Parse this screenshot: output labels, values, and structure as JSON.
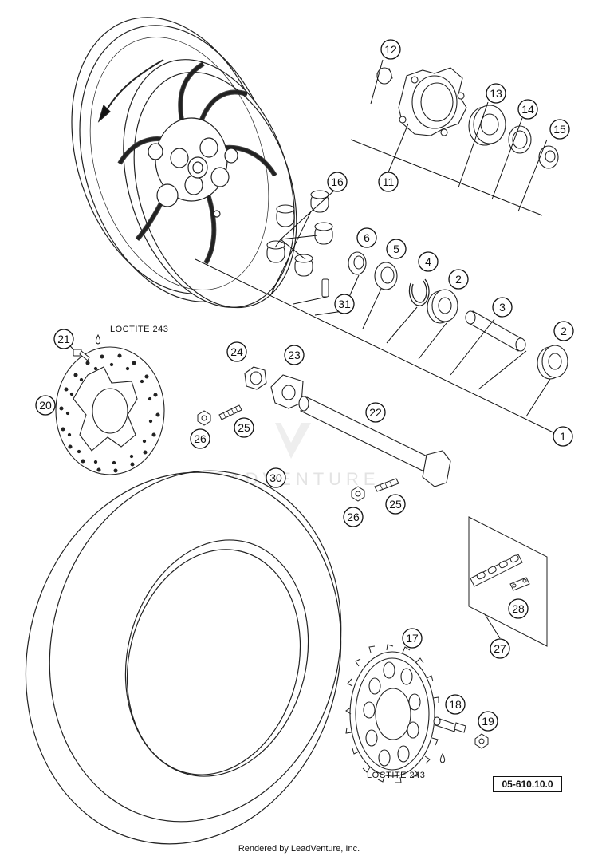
{
  "diagram": {
    "reference_code": "05-610.10.0",
    "footer": "Rendered by LeadVenture, Inc.",
    "watermark": "LEADVENTURE",
    "notes": {
      "loctite_disc": "LOCTITE 243",
      "loctite_sprocket": "LOCTITE 243"
    },
    "callouts": {
      "c1": "1",
      "c2a": "2",
      "c2b": "2",
      "c3": "3",
      "c4": "4",
      "c5": "5",
      "c6": "6",
      "c11": "11",
      "c12": "12",
      "c13": "13",
      "c14": "14",
      "c15": "15",
      "c16": "16",
      "c17": "17",
      "c18": "18",
      "c19": "19",
      "c20": "20",
      "c21": "21",
      "c22": "22",
      "c23": "23",
      "c24": "24",
      "c25a": "25",
      "c25b": "25",
      "c26a": "26",
      "c26b": "26",
      "c27": "27",
      "c28": "28",
      "c30": "30",
      "c31": "31"
    }
  }
}
